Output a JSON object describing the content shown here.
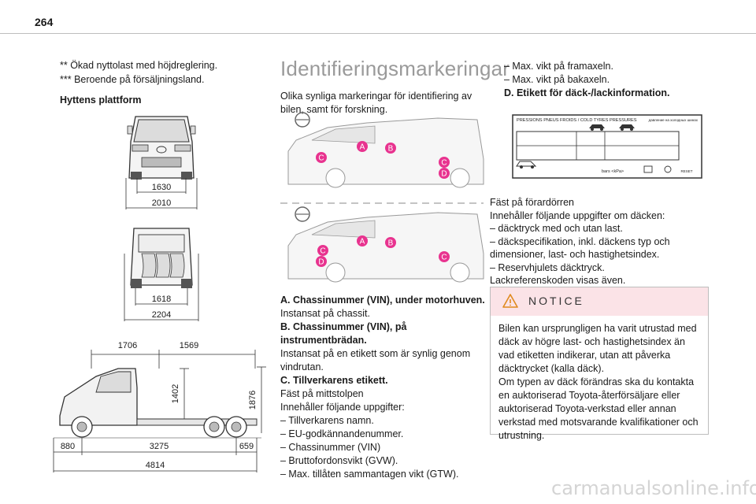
{
  "page": {
    "number": "264"
  },
  "left_column": {
    "footnote_1": "** Ökad nyttolast med höjdreglering.",
    "footnote_2": "*** Beroende på försäljningsland.",
    "heading": "Hyttens plattform",
    "dims_front": {
      "inner": "1630",
      "outer": "2010"
    },
    "dims_rear": {
      "inner": "1618",
      "outer": "2204"
    },
    "dims_side": {
      "front_top": "1706",
      "rear_top": "1569",
      "height_1": "1402",
      "height_2": "1876",
      "front_overhang": "880",
      "wheelbase": "3275",
      "rear_overhang": "659",
      "total_length": "4814"
    }
  },
  "middle_column": {
    "title": "Identifieringsmarkeringar",
    "intro": "Olika synliga markeringar för identifiering av bilen, samt för forskning.",
    "markers": [
      "A",
      "B",
      "C",
      "D"
    ],
    "a_heading": "A. Chassinummer (VIN), under motorhuven.",
    "a_text": "Instansat på chassit.",
    "b_heading": "B. Chassinummer (VIN), på instrumentbrädan.",
    "b_text": "Instansat på en etikett som är synlig genom vindrutan.",
    "c_heading": "C. Tillverkarens etikett.",
    "c_text_1": "Fäst på mittstolpen",
    "c_text_2": "Innehåller följande uppgifter:",
    "c_items": [
      "– Tillverkarens namn.",
      "– EU-godkännandenummer.",
      "– Chassinummer (VIN)",
      "– Bruttofordonsvikt (GVW).",
      "– Max. tillåten sammantagen vikt (GTW)."
    ]
  },
  "right_column": {
    "items_top": [
      "– Max. vikt på framaxeln.",
      "– Max. vikt på bakaxeln."
    ],
    "d_heading": "D. Etikett för däck-/lackinformation.",
    "tyre_label": {
      "header": "PRESSIONS PNEUS FROIDS / COLD TYRES PRESSURES",
      "header_ru": "давление на холодных шинах",
      "units": "bars  <kPa>",
      "reset": "RESET"
    },
    "d_text_1": "Fäst på förardörren",
    "d_text_2": "Innehåller följande uppgifter om däcken:",
    "d_items": [
      "– däcktryck med och utan last.",
      "– däckspecifikation, inkl. däckens typ och dimensioner, last- och hastighetsindex.",
      "– Reservhjulets däcktryck."
    ],
    "d_text_3": "Lackreferenskoden visas även.",
    "notice_title": "NOTICE",
    "notice_p1": "Bilen kan ursprungligen ha varit utrustad med däck av högre last- och hastighetsindex än vad etiketten indikerar, utan att påverka däcktrycket (kalla däck).",
    "notice_p2": "Om typen av däck förändras ska du kontakta en auktoriserad Toyota-återförsäljare eller auktoriserad Toyota-verkstad eller annan verkstad med motsvarande kvalifikationer och utrustning."
  },
  "watermark": "carmanualsonline.info",
  "colors": {
    "marker": "#e8338f",
    "notice_bg": "#fbe3e7",
    "title_grey": "#9a9a9a"
  }
}
